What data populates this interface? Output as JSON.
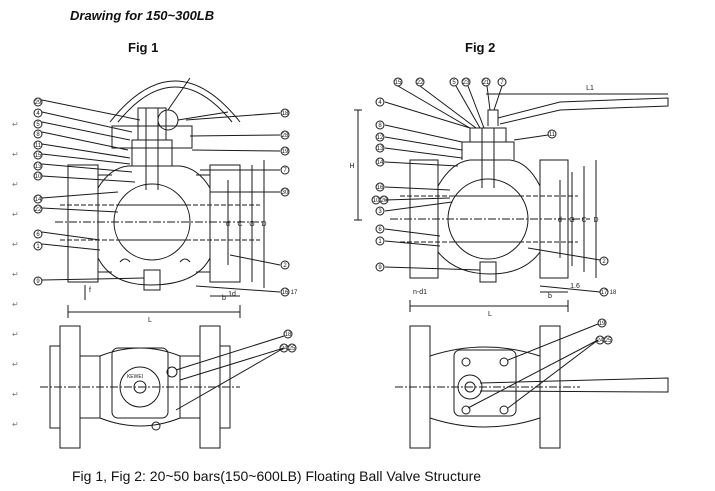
{
  "title": "Drawing for 150~300LB",
  "figures": {
    "fig1": {
      "label": "Fig 1",
      "left_callouts": [
        "29",
        "4",
        "5",
        "8",
        "11",
        "15",
        "13",
        "10",
        "14",
        "22",
        "6",
        "1",
        "9"
      ],
      "right_callouts": [
        "18",
        "28",
        "19",
        "7",
        "30",
        "2",
        "16",
        "17"
      ],
      "dims": [
        "d",
        "C",
        "G",
        "D",
        "b",
        "L",
        "f",
        "1d"
      ]
    },
    "fig2": {
      "label": "Fig 2",
      "top_callouts": [
        "15",
        "22",
        "5",
        "23",
        "21",
        "7"
      ],
      "left_callouts": [
        "4",
        "8",
        "12",
        "13",
        "14",
        "16",
        "10",
        "20",
        "3",
        "6",
        "1",
        "9"
      ],
      "right_callouts": [
        "11",
        "2",
        "17",
        "18"
      ],
      "dims": [
        "L1",
        "H",
        "d",
        "G",
        "C",
        "D",
        "b",
        "1.6",
        "L",
        "n-d1"
      ]
    },
    "top_views": {
      "left_callouts": [
        "18",
        "24",
        "25"
      ],
      "right_callouts": [
        "19",
        "24",
        "25"
      ],
      "brand_mark": "KEWEI"
    }
  },
  "caption": "Fig 1, Fig 2: 20~50 bars(150~600LB) Floating Ball Valve Structure",
  "colors": {
    "ink": "#1a1a1a",
    "paragraph_mark": "#7a7a7a"
  },
  "paragraph_mark": "↵"
}
